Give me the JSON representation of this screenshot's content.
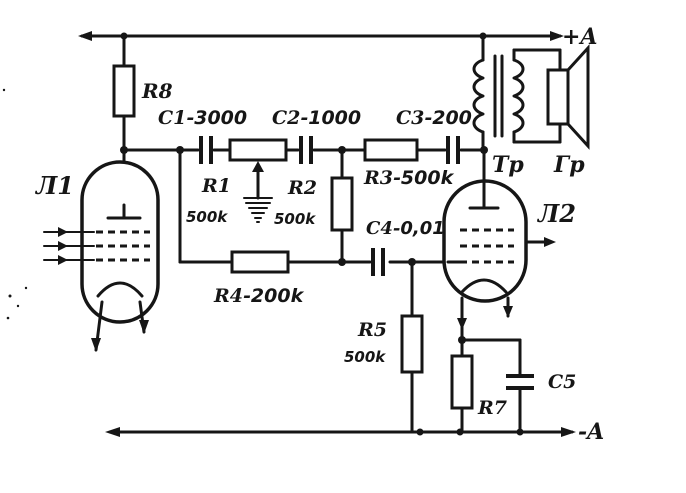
{
  "rail_labels": {
    "positive": "+A",
    "negative": "-A"
  },
  "components": {
    "R8": {
      "name": "R8"
    },
    "C1": {
      "name": "C1",
      "value": "3000"
    },
    "C2": {
      "name": "C2",
      "value": "1000"
    },
    "C3": {
      "name": "C3",
      "value": "200"
    },
    "C4": {
      "name": "C4",
      "value": "0,01"
    },
    "R1": {
      "name": "R1",
      "value": "500k"
    },
    "R2": {
      "name": "R2",
      "value": "500k"
    },
    "R3": {
      "name": "R3",
      "value": "500k"
    },
    "R4": {
      "name": "R4",
      "value": "200k"
    },
    "R5": {
      "name": "R5",
      "value": "500k"
    },
    "R7": {
      "name": "R7"
    },
    "C5": {
      "name": "C5"
    },
    "L1": {
      "name": "Л1"
    },
    "L2": {
      "name": "Л2"
    },
    "Tr": {
      "name": "Тр"
    },
    "Gr": {
      "name": "Гр"
    }
  }
}
